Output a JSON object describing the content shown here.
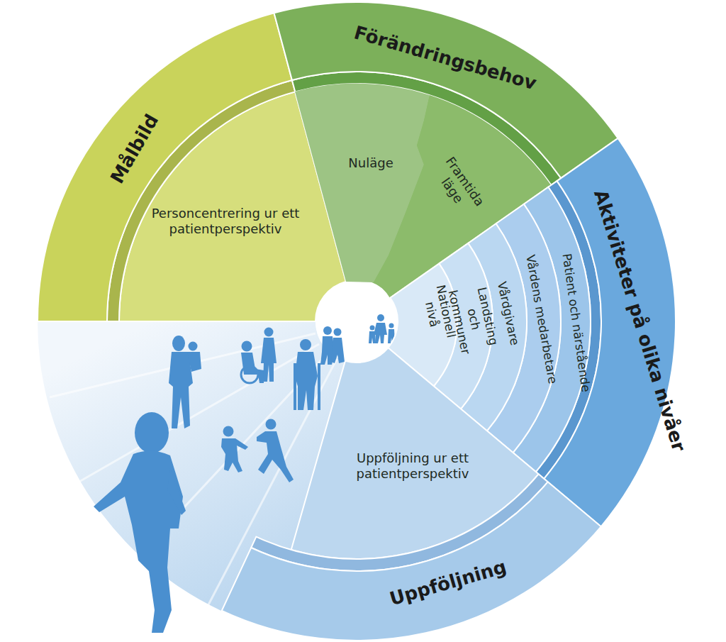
{
  "diagram": {
    "nodes": [
      {
        "text": [
          "Målbild",
          "Personcentrering ur ett patientperspektiv"
        ]
      },
      {
        "text": [
          "Förändringsbehov"
        ]
      },
      {
        "text": [
          "Nuläge"
        ],
        "in": 1
      },
      {
        "text": [
          "Framtida läge"
        ],
        "in": 1
      },
      {
        "text": [
          "Aktiviteter på olika nivåer"
        ]
      },
      {
        "text": [
          "Patient och närstående"
        ],
        "in": 4
      },
      {
        "text": [
          "Vårdens medarbetare"
        ],
        "in": 4
      },
      {
        "text": [
          "Vårdgivare"
        ],
        "in": 4
      },
      {
        "text": [
          "Landsting och kommuner"
        ],
        "in": 4
      },
      {
        "text": [
          "Nationell nivå"
        ],
        "in": 4
      },
      {
        "text": [
          "Uppföljning",
          "Uppföljning ur ett patientperspektiv"
        ]
      }
    ]
  }
}
